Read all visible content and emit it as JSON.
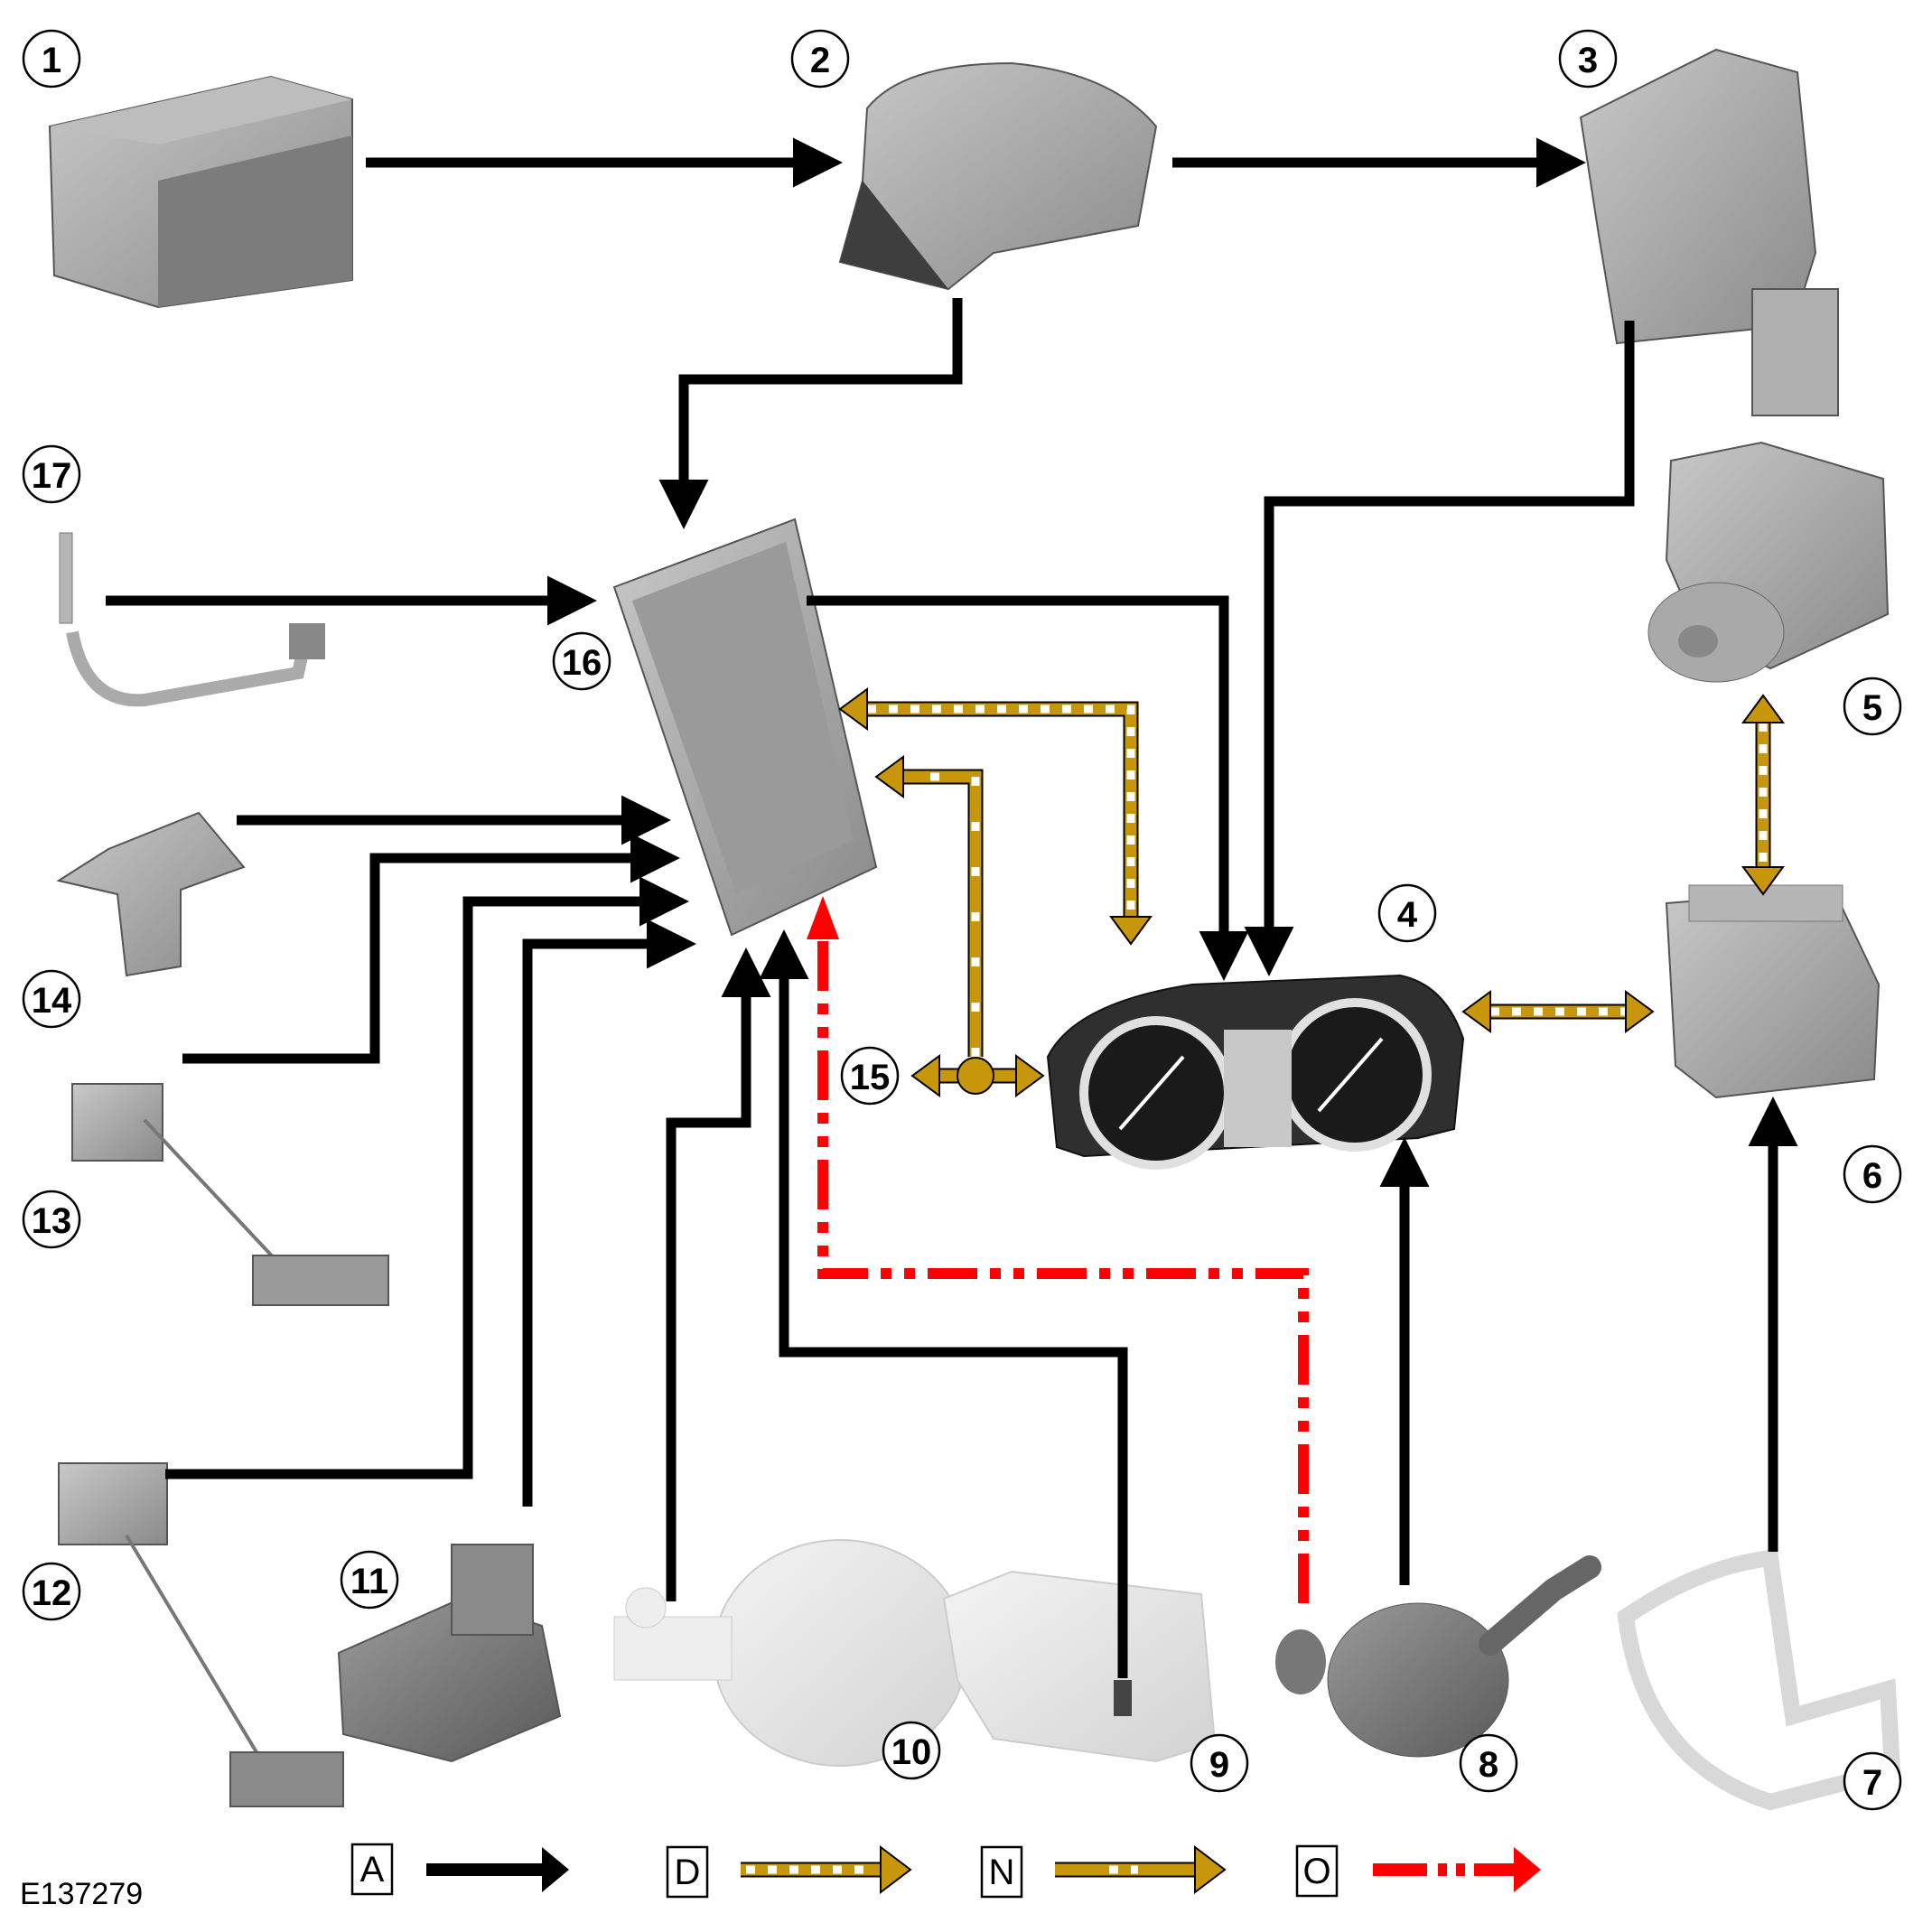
{
  "figure_id": "E137279",
  "colors": {
    "hardwired": "#000000",
    "can_bus": "#C8960A",
    "lin_bus": "#C8960A",
    "dash_line": "#FF0000",
    "component_dark": "#6E6E6E",
    "component_light": "#E6E6E6"
  },
  "callouts": [
    "1",
    "2",
    "3",
    "4",
    "5",
    "6",
    "7",
    "8",
    "9",
    "10",
    "11",
    "12",
    "13",
    "14",
    "15",
    "16",
    "17"
  ],
  "components": [
    {
      "id": "1",
      "icon": "battery-icon"
    },
    {
      "id": "2",
      "icon": "junction-box-icon"
    },
    {
      "id": "3",
      "icon": "fuse-relay-box-icon"
    },
    {
      "id": "4",
      "icon": "instrument-cluster-icon"
    },
    {
      "id": "5",
      "icon": "abs-module-icon"
    },
    {
      "id": "6",
      "icon": "engine-control-module-icon"
    },
    {
      "id": "7",
      "icon": "door-frame-switch-icon"
    },
    {
      "id": "8",
      "icon": "steering-column-switch-icon"
    },
    {
      "id": "9",
      "icon": "washer-reservoir-icon"
    },
    {
      "id": "10",
      "icon": "brake-booster-icon"
    },
    {
      "id": "11",
      "icon": "actuator-module-icon"
    },
    {
      "id": "12",
      "icon": "fuel-level-sender-icon"
    },
    {
      "id": "13",
      "icon": "fuel-level-sender-icon"
    },
    {
      "id": "14",
      "icon": "tailgate-latch-icon"
    },
    {
      "id": "15",
      "icon": "bus-junction-icon"
    },
    {
      "id": "16",
      "icon": "body-control-module-icon"
    },
    {
      "id": "17",
      "icon": "temperature-sensor-icon"
    }
  ],
  "connections": [
    {
      "from": "1",
      "to": "2",
      "type": "A"
    },
    {
      "from": "2",
      "to": "3",
      "type": "A"
    },
    {
      "from": "2",
      "to": "16",
      "type": "A"
    },
    {
      "from": "3",
      "to": "4",
      "type": "A"
    },
    {
      "from": "16",
      "to": "4",
      "type": "A"
    },
    {
      "from": "17",
      "to": "16",
      "type": "A"
    },
    {
      "from": "14",
      "to": "16",
      "type": "A"
    },
    {
      "from": "13",
      "to": "16",
      "type": "A"
    },
    {
      "from": "12",
      "to": "16",
      "type": "A"
    },
    {
      "from": "11",
      "to": "16",
      "type": "A"
    },
    {
      "from": "10",
      "to": "16",
      "type": "A"
    },
    {
      "from": "9",
      "to": "16",
      "type": "A"
    },
    {
      "from": "8",
      "to": "16",
      "type": "O"
    },
    {
      "from": "8",
      "to": "4",
      "type": "A"
    },
    {
      "from": "7",
      "to": "6",
      "type": "A"
    },
    {
      "from": "4",
      "to": "16",
      "type": "D",
      "bidirectional": true
    },
    {
      "from": "15",
      "to": "16",
      "type": "N",
      "bidirectional": true
    },
    {
      "from": "15",
      "to": "4",
      "type": "N"
    },
    {
      "from": "4",
      "to": "6",
      "type": "D",
      "bidirectional": true
    },
    {
      "from": "5",
      "to": "6",
      "type": "D",
      "bidirectional": true
    }
  ],
  "legend": [
    {
      "key": "A",
      "style": "solid-black"
    },
    {
      "key": "D",
      "style": "gold-dashed-dense"
    },
    {
      "key": "N",
      "style": "gold-dashed-sparse"
    },
    {
      "key": "O",
      "style": "red-dash-dot"
    }
  ]
}
